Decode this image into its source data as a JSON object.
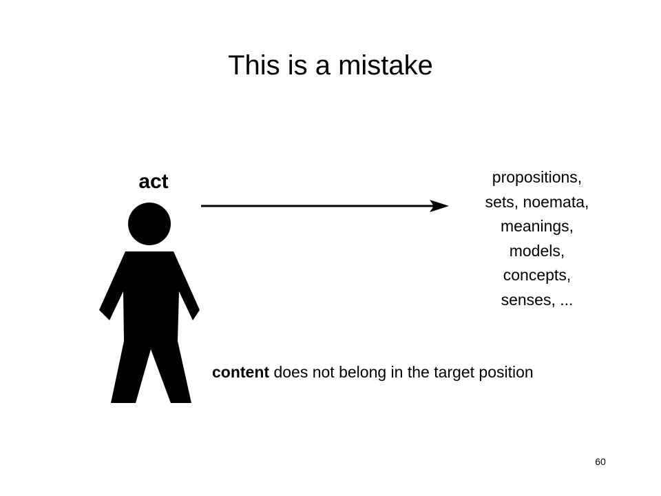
{
  "slide": {
    "title": "This is a mistake",
    "page_number": "60"
  },
  "figure": {
    "label": "act",
    "icon": "stick-figure-icon",
    "color": "#000000"
  },
  "target": {
    "items": [
      "propositions,",
      "sets, noemata,",
      "meanings,",
      "models,",
      "concepts,",
      "senses, ..."
    ]
  },
  "caption": {
    "emphasis": "content",
    "rest": " does not belong in the target position"
  }
}
